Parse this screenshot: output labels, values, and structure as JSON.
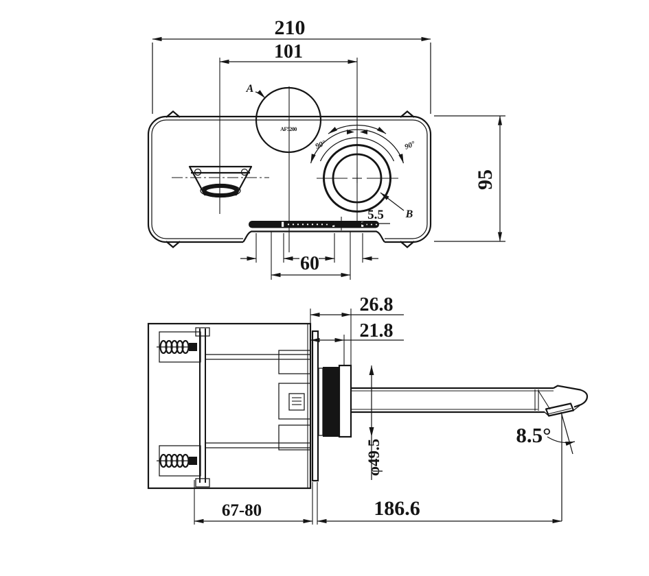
{
  "drawing": {
    "background": "#ffffff",
    "line_color": "#151515",
    "top_view": {
      "overall_width": "210",
      "spout_to_handle_spacing": "101",
      "plate_height": "95",
      "mounting_slot_spacing": "60",
      "sensor_offset": "5.5",
      "detail_label_a": "A",
      "detail_label_b": "B",
      "handle_rotation_left": "90°",
      "handle_rotation_right": "90°",
      "sensor_logo": "AF5200"
    },
    "section_view": {
      "trim_total_depth": "26.8",
      "trim_ring_depth": "21.8",
      "escutcheon_diameter": "φ49.5",
      "outlet_tilt_angle": "8.5°",
      "spout_reach": "186.6",
      "wall_depth_range": "67-80"
    }
  }
}
